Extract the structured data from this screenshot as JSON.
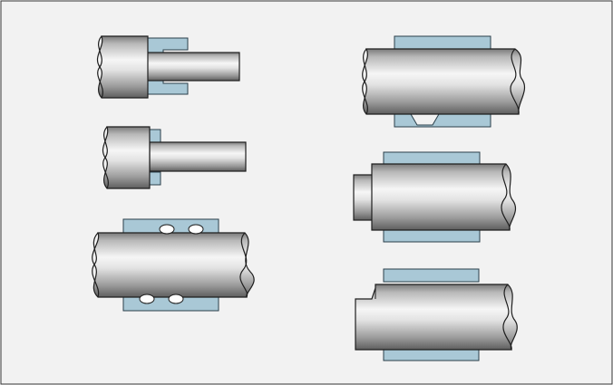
{
  "colors": {
    "background": "#f2f2f2",
    "frame": "#333333",
    "bearing": "#a9c8d6",
    "bearing_stroke": "#2b3f4a",
    "shaft_light": "#f4f4f4",
    "shaft_mid": "#c4c4c4",
    "shaft_dark": "#6f6f6f",
    "outline": "#1e1e1e"
  },
  "figures": [
    {
      "id": "stepped-shaft-with-bush",
      "components": [
        "shaft",
        "bearing-bush"
      ]
    },
    {
      "id": "stepped-shaft-with-thrust-ring",
      "components": [
        "shaft",
        "thrust-ring"
      ]
    },
    {
      "id": "shaft-with-grooved-bearing",
      "components": [
        "shaft",
        "bearing-shell",
        "lubrication-grooves"
      ]
    },
    {
      "id": "shaft-with-oil-hole-bearing",
      "components": [
        "shaft",
        "bearing-shell",
        "oil-hole"
      ]
    },
    {
      "id": "shaft-with-journal-end-bearing",
      "components": [
        "shaft",
        "journal",
        "bearing-shell"
      ]
    },
    {
      "id": "shaft-with-shoulder-bearing",
      "components": [
        "shaft",
        "shoulder",
        "bearing-shell"
      ]
    }
  ]
}
